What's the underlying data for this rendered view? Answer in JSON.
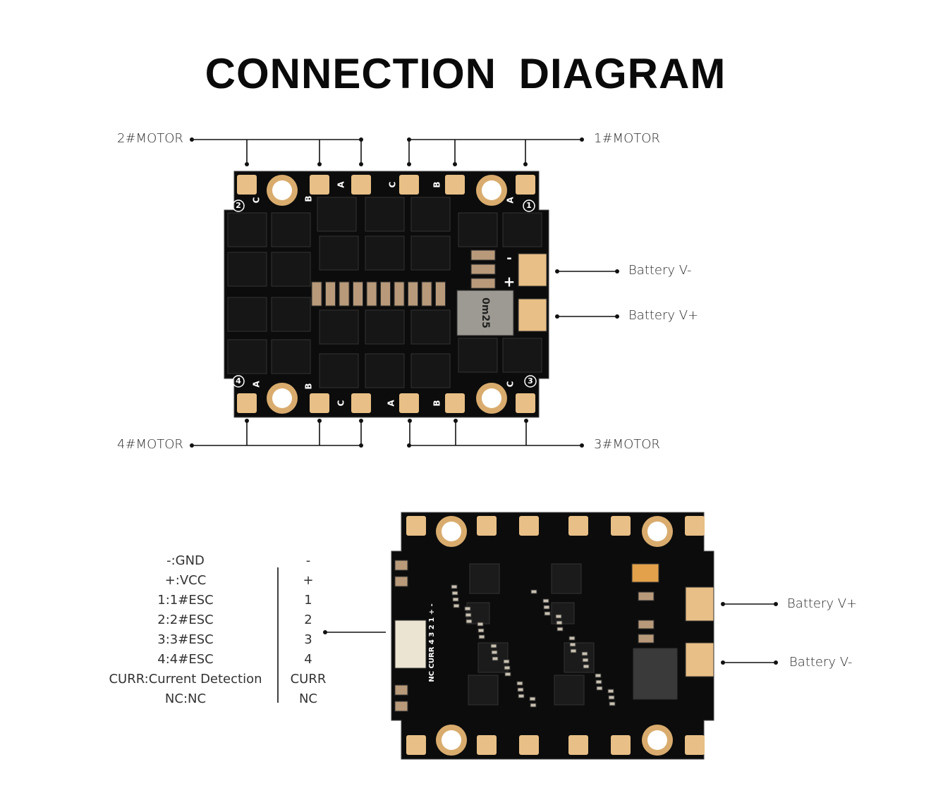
{
  "title": "CONNECTION DIAGRAM",
  "esc_board": {
    "motor_labels": [
      "2#MOTOR",
      "1#MOTOR",
      "4#MOTOR",
      "3#MOTOR"
    ],
    "battery_minus": "Battery V-",
    "battery_plus": "Battery V+",
    "pad_silk": [
      "C",
      "B",
      "A",
      "C",
      "B",
      "A",
      "B",
      "C",
      "A",
      "B",
      "C",
      "A"
    ],
    "corner_numbers": [
      "2",
      "1",
      "4",
      "3"
    ],
    "polarity": [
      "-",
      "+"
    ],
    "shunt_marking": "0m25"
  },
  "fc_board": {
    "battery_plus": "Battery V+",
    "battery_minus": "Battery V-",
    "connector_pins": "NC CURR 4 3 2 1 + -"
  },
  "legend": {
    "descriptions": [
      "-:GND",
      "+:VCC",
      "1:1#ESC",
      "2:2#ESC",
      "3:3#ESC",
      "4:4#ESC",
      "CURR:Current Detection",
      "NC:NC"
    ],
    "pins": [
      "-",
      "+",
      "1",
      "2",
      "3",
      "4",
      "CURR",
      "NC"
    ]
  },
  "colors": {
    "board": "#0c0c0c",
    "pad": "#e8bf86",
    "ring": "#d9ac6e",
    "line": "#111111"
  }
}
